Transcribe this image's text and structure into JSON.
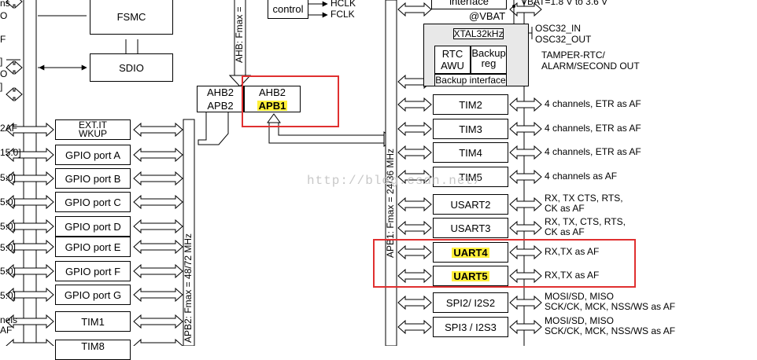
{
  "left_fragments": [
    "ns",
    "O",
    "F",
    "]",
    "O",
    "]",
    "2AF",
    "15:0]",
    "5:0]",
    "5:0]",
    "5:0]",
    "5:0]",
    "5:0]",
    "5:0]",
    "nels",
    "AF"
  ],
  "fsmc": "FSMC",
  "sdio": "SDIO",
  "control": "control",
  "hclk": "HCLK",
  "fclk": "FCLK",
  "ahb_fmax": "AHB: Fmax =",
  "exti": [
    "EXT.IT",
    "WKUP"
  ],
  "gpio_ports": [
    "GPIO port A",
    "GPIO port B",
    "GPIO port C",
    "GPIO port D",
    "GPIO port E",
    "GPIO port F",
    "GPIO port G"
  ],
  "tim1": "TIM1",
  "tim8_partial": "TIM8",
  "apb2_fmax": "APB2: Fmax = 48/72 MHz",
  "bridge2": {
    "top": "AHB2",
    "bottom": "APB2"
  },
  "bridge1": {
    "top": "AHB2",
    "bottom": "APB1"
  },
  "apb1_fmax": "APB1: Fmax = 24/36 MHz",
  "interface_partial": "interface",
  "vbat_top": "VBAT=1.8 V to 3.6 V",
  "vbat_label": "@VBAT",
  "xtal": "XTAL32kHz",
  "osc_in": "OSC32_IN",
  "osc_out": "OSC32_OUT",
  "rtc": [
    "RTC",
    "AWU"
  ],
  "backup_reg": [
    "Backup",
    "reg"
  ],
  "backup_if": "Backup interface",
  "tamper": [
    "TAMPER-RTC/",
    "ALARM/SECOND OUT"
  ],
  "peripherals": [
    {
      "name": "TIM2",
      "desc": [
        "4 channels, ETR as AF"
      ]
    },
    {
      "name": "TIM3",
      "desc": [
        "4 channels, ETR as AF"
      ]
    },
    {
      "name": "TIM4",
      "desc": [
        "4 channels, ETR as AF"
      ]
    },
    {
      "name": "TIM5",
      "desc": [
        "4 channels as AF"
      ]
    },
    {
      "name": "USART2",
      "desc": [
        "RX, TX CTS, RTS,",
        "CK as AF"
      ]
    },
    {
      "name": "USART3",
      "desc": [
        "RX, TX, CTS, RTS,",
        "CK as AF"
      ]
    },
    {
      "name": "UART4",
      "desc": [
        "RX,TX as AF"
      ]
    },
    {
      "name": "UART5",
      "desc": [
        "RX,TX as AF"
      ]
    },
    {
      "name": "SPI2/ I2S2",
      "desc": [
        "MOSI/SD, MISO",
        "SCK/CK, MCK, NSS/WS as AF"
      ]
    },
    {
      "name": "SPI3 / I2S3",
      "desc": [
        "MOSI/SD, MISO",
        "SCK/CK, MCK, NSS/WS as AF"
      ]
    }
  ],
  "watermark": "http://blog.csdn.net/"
}
